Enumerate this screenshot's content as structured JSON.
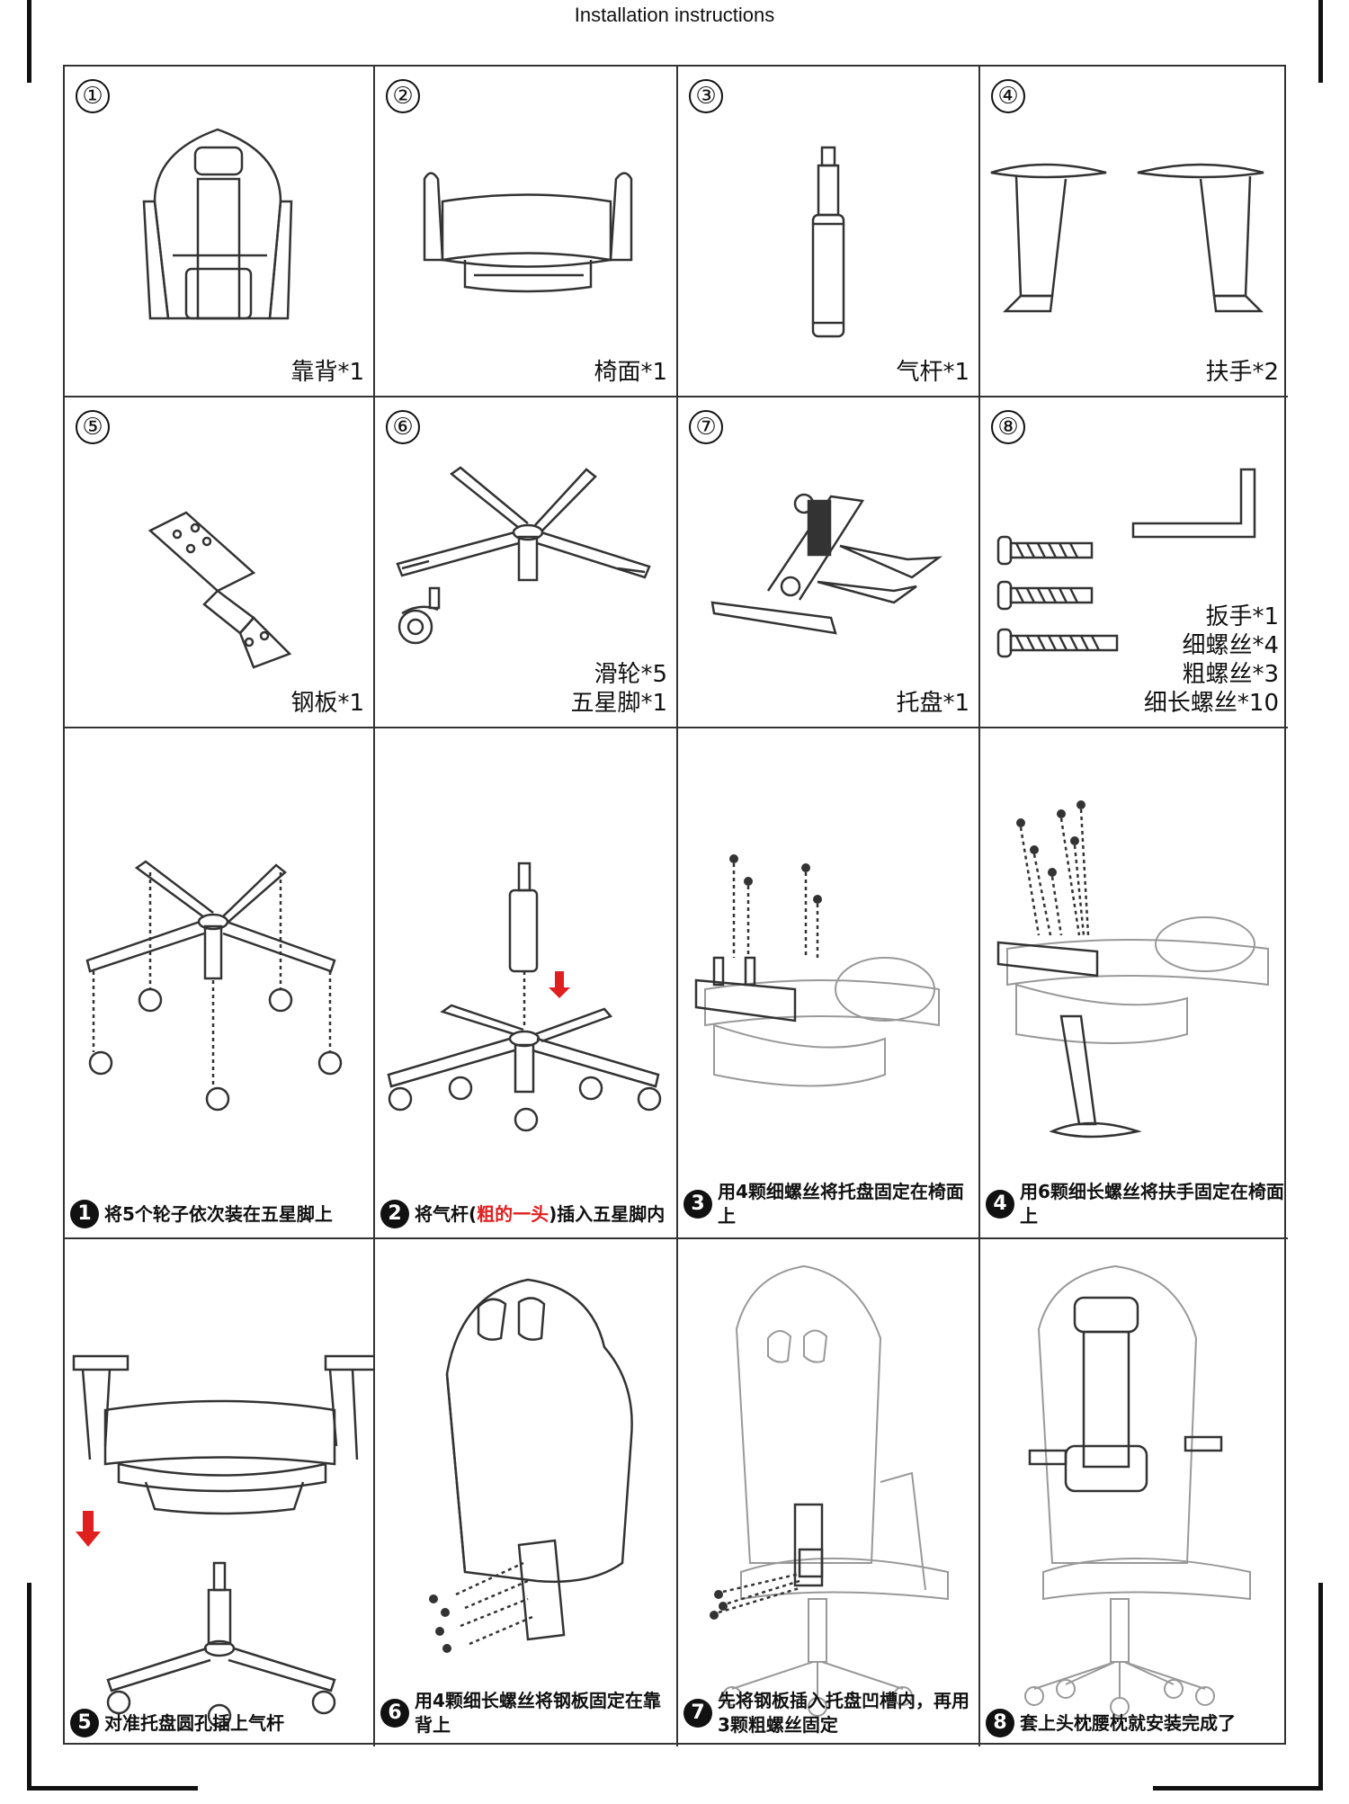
{
  "header": {
    "title": "Installation instructions"
  },
  "parts": [
    {
      "number": "①",
      "lines": [
        "靠背*1"
      ]
    },
    {
      "number": "②",
      "lines": [
        "椅面*1"
      ]
    },
    {
      "number": "③",
      "lines": [
        "气杆*1"
      ]
    },
    {
      "number": "④",
      "lines": [
        "扶手*2"
      ]
    },
    {
      "number": "⑤",
      "lines": [
        "钢板*1"
      ]
    },
    {
      "number": "⑥",
      "lines": [
        "滑轮*5",
        "五星脚*1"
      ]
    },
    {
      "number": "⑦",
      "lines": [
        "托盘*1"
      ]
    },
    {
      "number": "⑧",
      "lines": [
        "扳手*1",
        "细螺丝*4",
        "粗螺丝*3",
        "细长螺丝*10"
      ]
    }
  ],
  "steps": [
    {
      "badge": "1",
      "text": "将5个轮子依次装在五星脚上"
    },
    {
      "badge": "2",
      "pre": "将气杆(",
      "highlight": "粗的一头",
      "post": ")插入五星脚内"
    },
    {
      "badge": "3",
      "text": "用4颗细螺丝将托盘固定在椅面上"
    },
    {
      "badge": "4",
      "text": "用6颗细长螺丝将扶手固定在椅面上"
    },
    {
      "badge": "5",
      "text": "对准托盘圆孔插上气杆"
    },
    {
      "badge": "6",
      "text": "用4颗细长螺丝将钢板固定在靠背上"
    },
    {
      "badge": "7",
      "text": "先将钢板插入托盘凹槽内，再用3颗粗螺丝固定"
    },
    {
      "badge": "8",
      "text": "套上头枕腰枕就安装完成了"
    }
  ],
  "colors": {
    "highlight": "#e0201f",
    "line": "#333333"
  }
}
